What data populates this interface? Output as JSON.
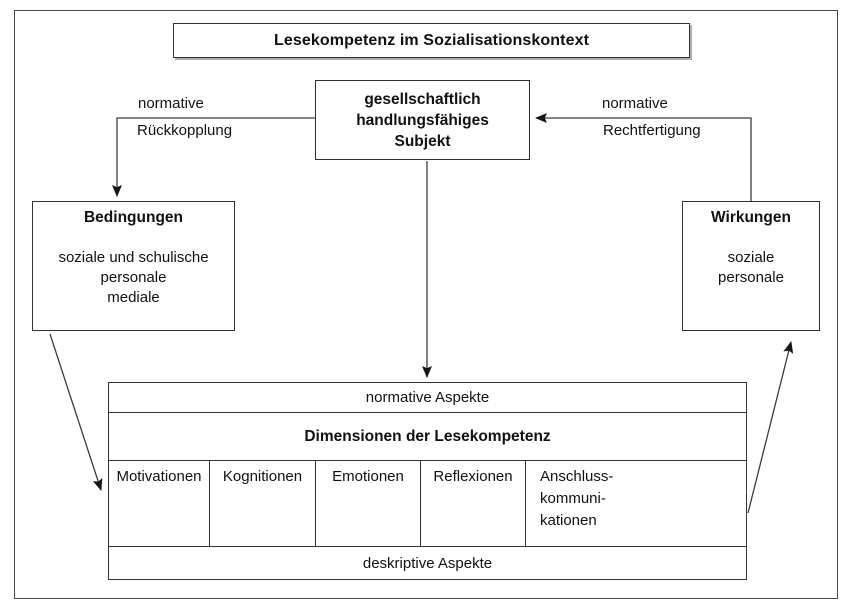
{
  "diagram": {
    "title": "Lesekompetenz im Sozialisationskontext",
    "subject_box": {
      "line1": "gesellschaftlich",
      "line2": "handlungsfähiges",
      "line3": "Subjekt"
    },
    "feedback_label": {
      "line1": "normative",
      "line2": "Rückkopplung"
    },
    "justification_label": {
      "line1": "normative",
      "line2": "Rechtfertigung"
    },
    "conditions_box": {
      "title": "Bedingungen",
      "item1": "soziale und schulische",
      "item2": "personale",
      "item3": "mediale"
    },
    "effects_box": {
      "title": "Wirkungen",
      "item1": "soziale",
      "item2": "personale"
    },
    "dimensions_table": {
      "top_band": "normative Aspekte",
      "header": "Dimensionen der Lesekompetenz",
      "columns": [
        "Motivationen",
        "Kognitionen",
        "Emotionen",
        "Reflexionen",
        "Anschluss-\nkommuni-\nkationen"
      ],
      "bottom_band": "deskriptive Aspekte"
    },
    "colors": {
      "line": "#3c3c3c",
      "text": "#111111",
      "background": "#ffffff"
    }
  }
}
